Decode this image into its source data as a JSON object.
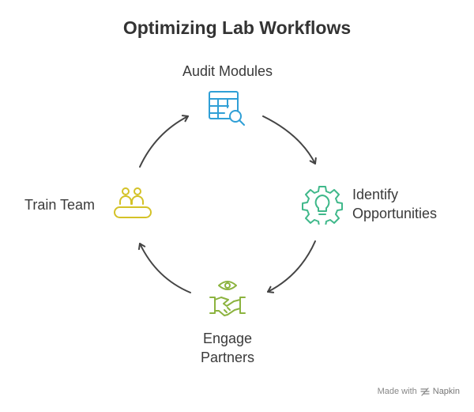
{
  "title": "Optimizing Lab Workflows",
  "steps": {
    "audit": {
      "label": "Audit Modules",
      "icon": "table-search-icon",
      "color": "#2f9fd6"
    },
    "identify": {
      "line1": "Identify",
      "line2": "Opportunities",
      "icon": "gear-lightbulb-icon",
      "color": "#3fb88a"
    },
    "engage": {
      "line1": "Engage",
      "line2": "Partners",
      "icon": "eye-handshake-icon",
      "color": "#8cb33f"
    },
    "train": {
      "label": "Train Team",
      "icon": "team-icon",
      "color": "#d4c227"
    }
  },
  "arrow_color": "#444444",
  "footer": {
    "prefix": "Made with",
    "brand": "Napkin"
  }
}
